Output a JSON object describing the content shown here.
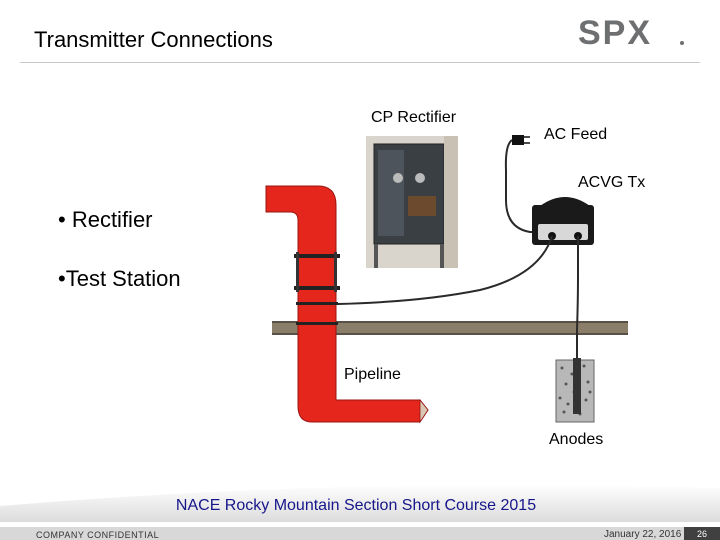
{
  "header": {
    "title": "Transmitter Connections",
    "logo_text": "SPX",
    "logo_color": "#6d6f71",
    "logo_accent": "#c8102e"
  },
  "diagram": {
    "labels": {
      "cp_rectifier": "CP Rectifier",
      "ac_feed": "AC Feed",
      "acvg_tx": "ACVG Tx",
      "pipeline": "Pipeline",
      "anodes": "Anodes"
    },
    "bullets": [
      "• Rectifier",
      "•Test Station"
    ],
    "colors": {
      "pipe": "#e4261c",
      "ground": "#8a7d6a",
      "cable": "#2a2a2a",
      "transmitter": "#1a1a1a"
    }
  },
  "footer": {
    "course": "NACE Rocky Mountain Section Short Course 2015",
    "confidential": "COMPANY CONFIDENTIAL",
    "date": "January 22, 2016",
    "page": "26"
  }
}
